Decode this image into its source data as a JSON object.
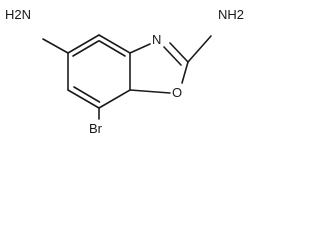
{
  "molecule": {
    "labels": {
      "amine_left": "H2N",
      "amine_right": "NH2",
      "ring_n": "N",
      "ring_o": "O",
      "bromo": "Br"
    }
  }
}
